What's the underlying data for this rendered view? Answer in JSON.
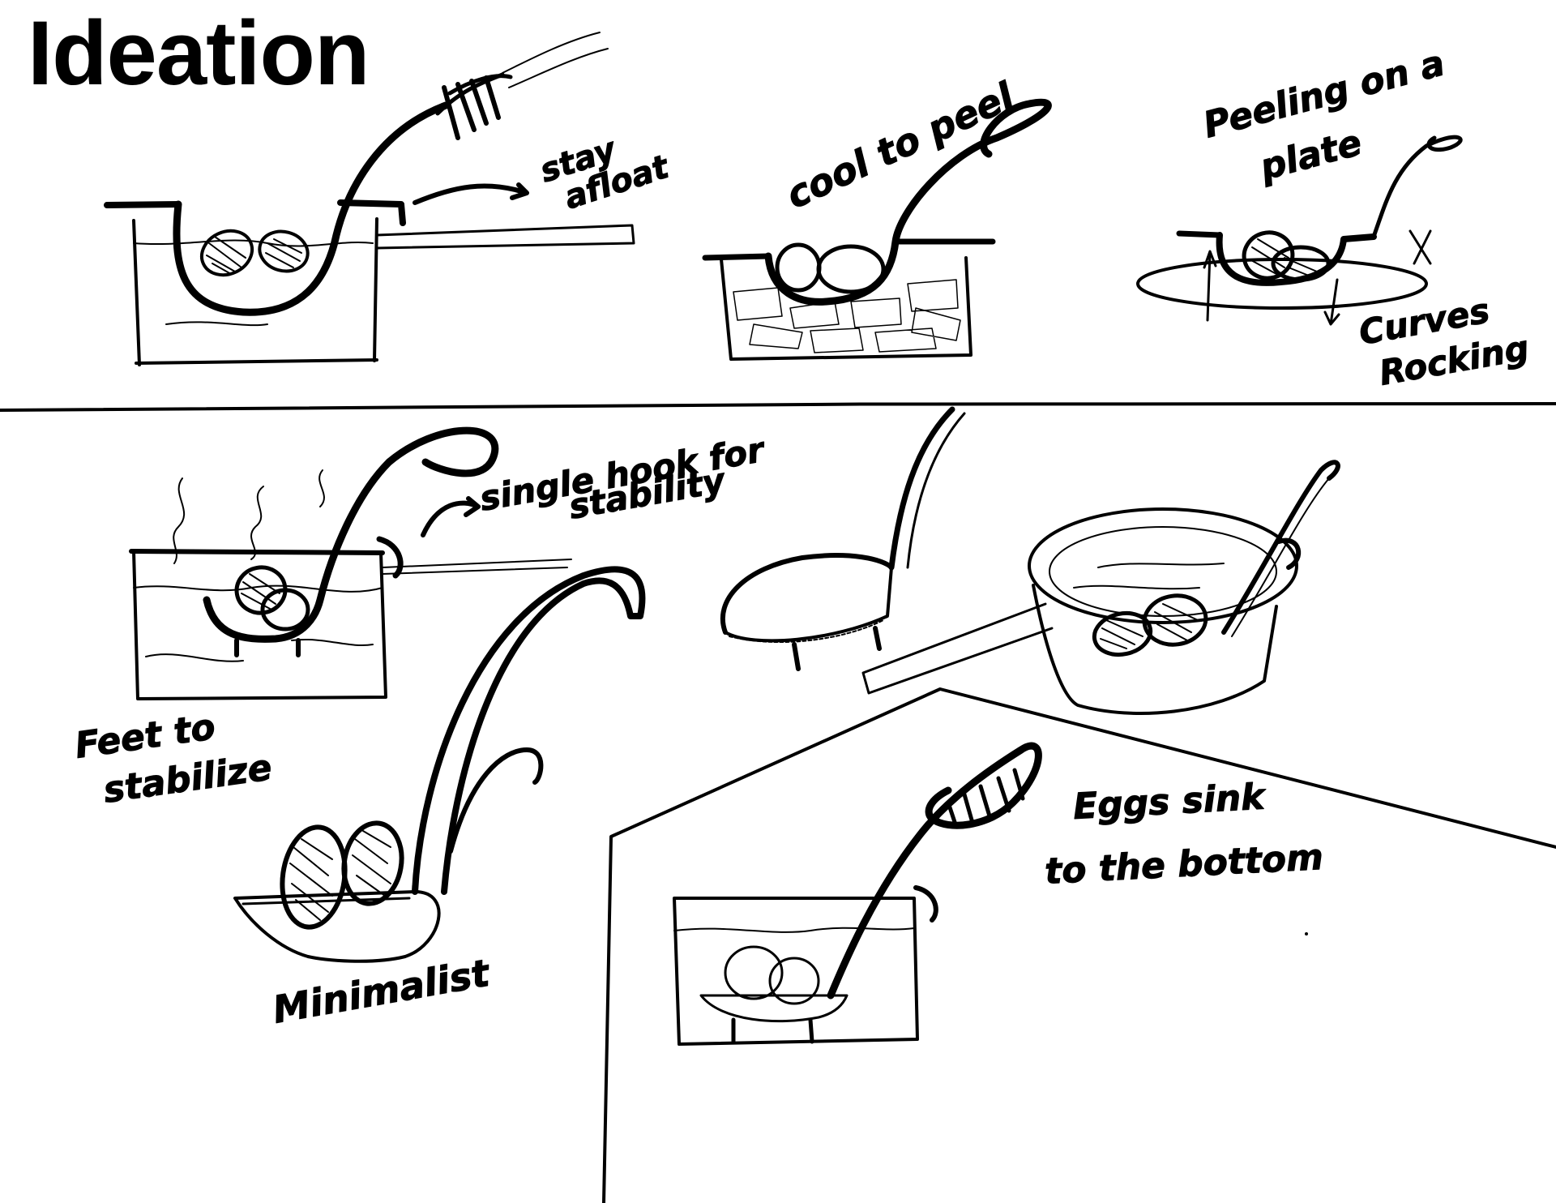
{
  "title": "Ideation",
  "notes": {
    "stay_afloat": [
      "stay",
      "afloat"
    ],
    "cool_to_peel": "cool to peel",
    "peeling_on_plate": [
      "Peeling on a",
      "plate"
    ],
    "curves_rocking": [
      "Curves",
      "Rocking"
    ],
    "single_hook": [
      "single hook for",
      "stability"
    ],
    "feet_to_stabilize": [
      "Feet to",
      "stabilize"
    ],
    "minimalist": "Minimalist",
    "eggs_sink": [
      "Eggs sink",
      "to the bottom"
    ]
  },
  "colors": {
    "ink": "#000000",
    "paper": "#ffffff"
  }
}
